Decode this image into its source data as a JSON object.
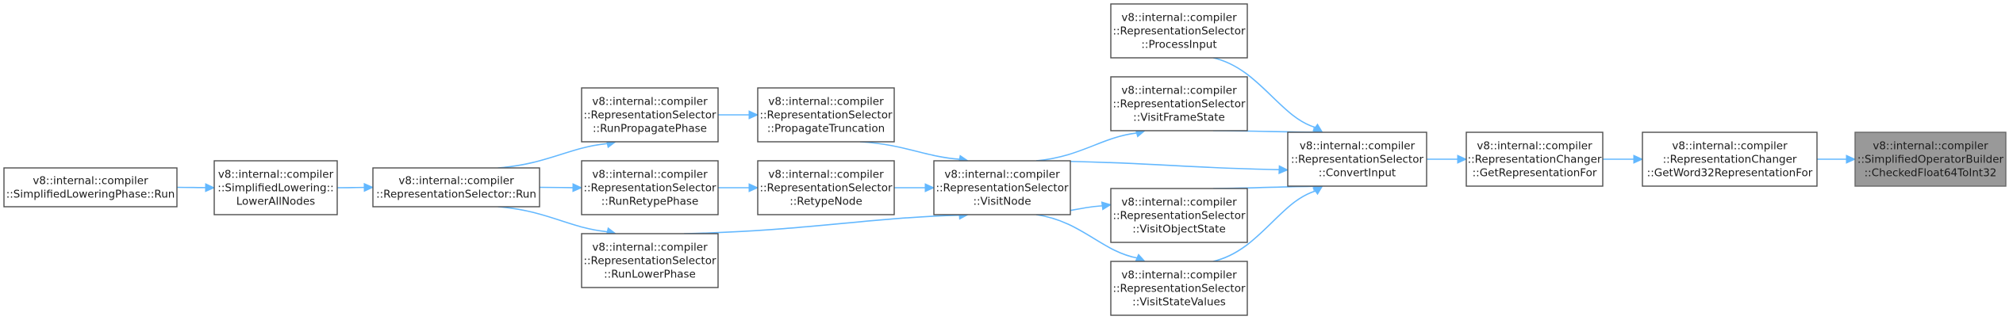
{
  "graph": {
    "colors": {
      "edge": "#63b8ff",
      "node_border": "#4d4d4d",
      "root_fill": "#999999",
      "node_fill": "#ffffff"
    },
    "nodes": [
      {
        "id": "simplified-lowering-phase-run",
        "lines": [
          "v8::internal::compiler",
          "::SimplifiedLoweringPhase::Run"
        ]
      },
      {
        "id": "simplified-lowering-lower-all-nodes",
        "lines": [
          "v8::internal::compiler",
          "::SimplifiedLowering::",
          "LowerAllNodes"
        ]
      },
      {
        "id": "representation-selector-run",
        "lines": [
          "v8::internal::compiler",
          "::RepresentationSelector::Run"
        ]
      },
      {
        "id": "representation-selector-run-propagate-phase",
        "lines": [
          "v8::internal::compiler",
          "::RepresentationSelector",
          "::RunPropagatePhase"
        ]
      },
      {
        "id": "representation-selector-run-retype-phase",
        "lines": [
          "v8::internal::compiler",
          "::RepresentationSelector",
          "::RunRetypePhase"
        ]
      },
      {
        "id": "representation-selector-run-lower-phase",
        "lines": [
          "v8::internal::compiler",
          "::RepresentationSelector",
          "::RunLowerPhase"
        ]
      },
      {
        "id": "representation-selector-propagate-truncation",
        "lines": [
          "v8::internal::compiler",
          "::RepresentationSelector",
          "::PropagateTruncation"
        ]
      },
      {
        "id": "representation-selector-retype-node",
        "lines": [
          "v8::internal::compiler",
          "::RepresentationSelector",
          "::RetypeNode"
        ]
      },
      {
        "id": "representation-selector-visit-node",
        "lines": [
          "v8::internal::compiler",
          "::RepresentationSelector",
          "::VisitNode"
        ]
      },
      {
        "id": "representation-selector-process-input",
        "lines": [
          "v8::internal::compiler",
          "::RepresentationSelector",
          "::ProcessInput"
        ]
      },
      {
        "id": "representation-selector-visit-frame-state",
        "lines": [
          "v8::internal::compiler",
          "::RepresentationSelector",
          "::VisitFrameState"
        ]
      },
      {
        "id": "representation-selector-visit-object-state",
        "lines": [
          "v8::internal::compiler",
          "::RepresentationSelector",
          "::VisitObjectState"
        ]
      },
      {
        "id": "representation-selector-visit-state-values",
        "lines": [
          "v8::internal::compiler",
          "::RepresentationSelector",
          "::VisitStateValues"
        ]
      },
      {
        "id": "representation-selector-convert-input",
        "lines": [
          "v8::internal::compiler",
          "::RepresentationSelector",
          "::ConvertInput"
        ]
      },
      {
        "id": "representation-changer-get-representation-for",
        "lines": [
          "v8::internal::compiler",
          "::RepresentationChanger",
          "::GetRepresentationFor"
        ]
      },
      {
        "id": "representation-changer-get-word32-representation-for",
        "lines": [
          "v8::internal::compiler",
          "::RepresentationChanger",
          "::GetWord32RepresentationFor"
        ]
      },
      {
        "id": "simplified-operator-builder-checked-float64-to-int32",
        "lines": [
          "v8::internal::compiler",
          "::SimplifiedOperatorBuilder",
          "::CheckedFloat64ToInt32"
        ],
        "root": true
      }
    ],
    "edges": [
      {
        "from": "simplified-lowering-phase-run",
        "to": "simplified-lowering-lower-all-nodes"
      },
      {
        "from": "simplified-lowering-lower-all-nodes",
        "to": "representation-selector-run"
      },
      {
        "from": "representation-selector-run",
        "to": "representation-selector-run-propagate-phase"
      },
      {
        "from": "representation-selector-run",
        "to": "representation-selector-run-retype-phase"
      },
      {
        "from": "representation-selector-run",
        "to": "representation-selector-run-lower-phase"
      },
      {
        "from": "representation-selector-run-propagate-phase",
        "to": "representation-selector-propagate-truncation"
      },
      {
        "from": "representation-selector-run-retype-phase",
        "to": "representation-selector-retype-node"
      },
      {
        "from": "representation-selector-propagate-truncation",
        "to": "representation-selector-visit-node"
      },
      {
        "from": "representation-selector-retype-node",
        "to": "representation-selector-visit-node"
      },
      {
        "from": "representation-selector-run-lower-phase",
        "to": "representation-selector-visit-node"
      },
      {
        "from": "representation-selector-visit-node",
        "to": "representation-selector-visit-frame-state"
      },
      {
        "from": "representation-selector-visit-node",
        "to": "representation-selector-convert-input"
      },
      {
        "from": "representation-selector-visit-node",
        "to": "representation-selector-visit-object-state"
      },
      {
        "from": "representation-selector-visit-node",
        "to": "representation-selector-visit-state-values"
      },
      {
        "from": "representation-selector-process-input",
        "to": "representation-selector-convert-input"
      },
      {
        "from": "representation-selector-visit-frame-state",
        "to": "representation-selector-convert-input"
      },
      {
        "from": "representation-selector-visit-object-state",
        "to": "representation-selector-convert-input"
      },
      {
        "from": "representation-selector-visit-state-values",
        "to": "representation-selector-convert-input"
      },
      {
        "from": "representation-selector-convert-input",
        "to": "representation-changer-get-representation-for"
      },
      {
        "from": "representation-changer-get-representation-for",
        "to": "representation-changer-get-word32-representation-for"
      },
      {
        "from": "representation-changer-get-word32-representation-for",
        "to": "simplified-operator-builder-checked-float64-to-int32"
      }
    ]
  }
}
